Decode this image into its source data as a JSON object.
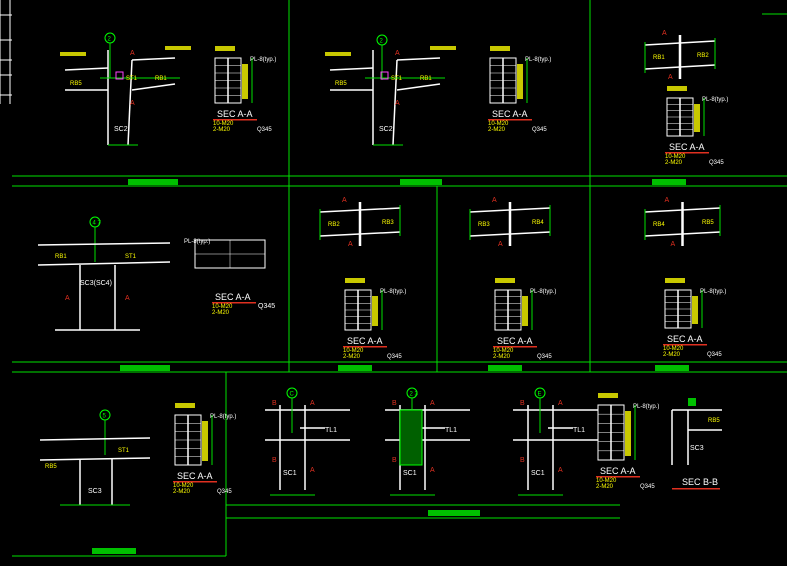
{
  "colors": {
    "background": "#000000",
    "frame": "#00e000",
    "member": "#ffffff",
    "dimension": "#ffff00",
    "section_mark": "#e03020",
    "highlight": "#ff00ff"
  },
  "labels": {
    "sec_aa": "SEC A-A",
    "sec_bb": "SEC B-B",
    "plate": "PL-8(typ.)",
    "mark_a": "A",
    "mark_b": "B",
    "rb1": "RB1",
    "rb2": "RB2",
    "rb3": "RB3",
    "rb4": "RB4",
    "rb5": "RB5",
    "sc": "SC",
    "sc1": "SC1",
    "sc2": "SC2",
    "sc3": "SC3",
    "st1": "ST1",
    "tl1": "TL1",
    "sc3_alt": "SC3(SC4)",
    "bolts": "10-M20",
    "grade": "Q345",
    "bolt2": "2-M20",
    "axis_2": "2",
    "axis_4_7": "4 7",
    "axis_c": "C",
    "axis_23": "2 3",
    "axis_e": "E",
    "axis_5": "5"
  }
}
